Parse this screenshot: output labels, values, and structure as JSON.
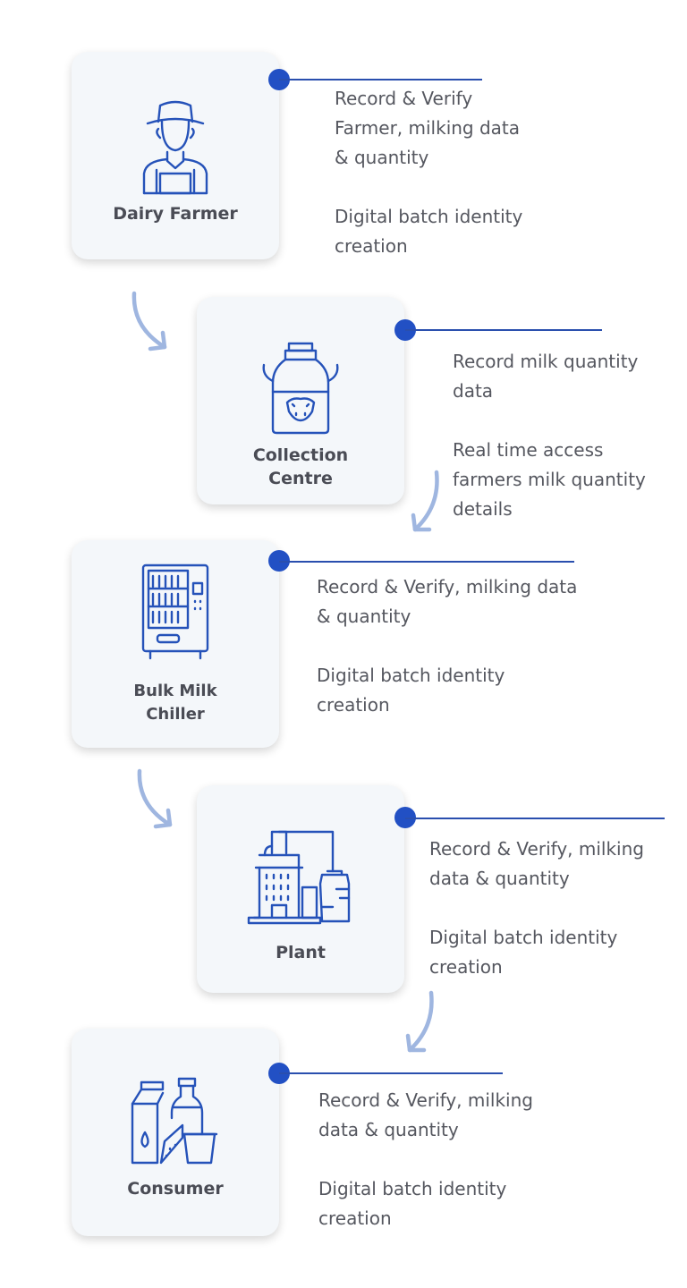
{
  "stages": [
    {
      "label": "Dairy Farmer",
      "icon": "farmer-icon",
      "lines": [
        "Record & Verify\nFarmer, milking data\n& quantity",
        "Digital batch identity\ncreation"
      ]
    },
    {
      "label": "Collection\nCentre",
      "icon": "milk-can-icon",
      "lines": [
        "Record milk quantity\ndata",
        "Real time access\nfarmers milk quantity\ndetails"
      ]
    },
    {
      "label": "Bulk Milk\nChiller",
      "icon": "chiller-icon",
      "lines": [
        "Record & Verify, milking data\n& quantity",
        "Digital batch identity\ncreation"
      ]
    },
    {
      "label": "Plant",
      "icon": "factory-icon",
      "lines": [
        "Record & Verify, milking\ndata & quantity",
        "Digital batch identity\ncreation"
      ]
    },
    {
      "label": "Consumer",
      "icon": "dairy-products-icon",
      "lines": [
        "Record & Verify, milking\ndata & quantity",
        "Digital batch identity\ncreation"
      ]
    }
  ],
  "colors": {
    "accent": "#2250c4",
    "icon": "#2552b9",
    "arrow": "#9fb6e0",
    "card": "#f4f7fa"
  }
}
